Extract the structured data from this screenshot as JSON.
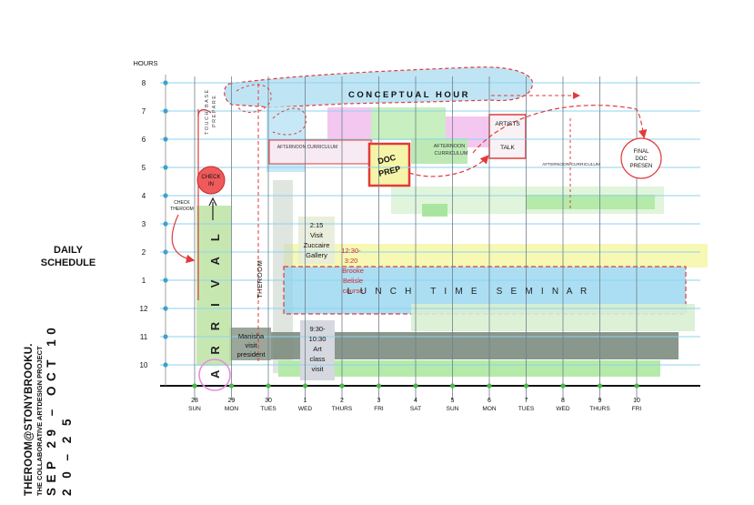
{
  "title": {
    "daily": "DAILY",
    "schedule": "SCHEDULE",
    "handle": "THEROOM@STONYBROOKU.",
    "project": "THE COLLABORATIVE ARTDESIGN PROJECT",
    "dates_line1": "SEP 29 – OCT 10",
    "dates_line2": "2 0 – 2 5"
  },
  "axis": {
    "hours_label": "HOURS",
    "hours": [
      "8",
      "7",
      "6",
      "5",
      "4",
      "3",
      "2",
      "1",
      "12",
      "11",
      "10"
    ],
    "days": [
      {
        "num": "28",
        "dow": "SUN"
      },
      {
        "num": "29",
        "dow": "MON"
      },
      {
        "num": "30",
        "dow": "TUES"
      },
      {
        "num": "1",
        "dow": "WED"
      },
      {
        "num": "2",
        "dow": "THURS"
      },
      {
        "num": "3",
        "dow": "FRI"
      },
      {
        "num": "4",
        "dow": "SAT"
      },
      {
        "num": "5",
        "dow": "SUN"
      },
      {
        "num": "6",
        "dow": "MON"
      },
      {
        "num": "7",
        "dow": "TUES"
      },
      {
        "num": "8",
        "dow": "WED"
      },
      {
        "num": "9",
        "dow": "THURS"
      },
      {
        "num": "10",
        "dow": "FRI"
      }
    ]
  },
  "labels": {
    "conceptual_hour": "CONCEPTUAL HOUR",
    "touch_base_1": "TOUCH BASE",
    "touch_base_2": "PREPARE",
    "afternoon_1": "AFTERNOON CURRICULUM",
    "afternoon_2a": "AFTERNOON",
    "afternoon_2b": "CURRICULUM",
    "afternoon_3": "AFTERNOON CURRICULUM",
    "doc_prep_1": "DOC",
    "doc_prep_2": "PREP",
    "artists": "ARTISTS",
    "talk": "TALK",
    "final_1": "FINAL",
    "final_2": "DOC",
    "final_3": "PRESEN",
    "check_in_1": "CHECK",
    "check_in_2": "IN",
    "check_theroom_1": "CHECK",
    "check_theroom_2": "THEROOM",
    "arrival": "ARRIVAL",
    "theroom_vertical": "THEROOM",
    "visit_1": "2:15",
    "visit_2": "Visit",
    "visit_3": "Zuccaire",
    "visit_4": "Gallery",
    "brooke_1": "12:30-",
    "brooke_2": "3:20",
    "brooke_3": "Brooke",
    "brooke_4": "Belisle",
    "brooke_5": "course",
    "lunch_seminar": "L U N C H   T I M E   S E M I N A R",
    "manisha_1": "Manisha",
    "manisha_2": "visit",
    "manisha_3": "president",
    "art_class_1": "9:30-",
    "art_class_2": "10:30",
    "art_class_3": "Art",
    "art_class_4": "class",
    "art_class_5": "visit"
  },
  "colors": {
    "hour_line": "#8fd3ef",
    "day_line": "#6f7f8a",
    "green_block": "#a8e6a0",
    "blue_block": "#8fd3ef",
    "yellow_block": "#f4f7a6",
    "pink_block": "#f3c7f0",
    "gray_block": "#7d8c7f",
    "red_accent": "#e23a3a",
    "red_text": "#d42a2a"
  }
}
